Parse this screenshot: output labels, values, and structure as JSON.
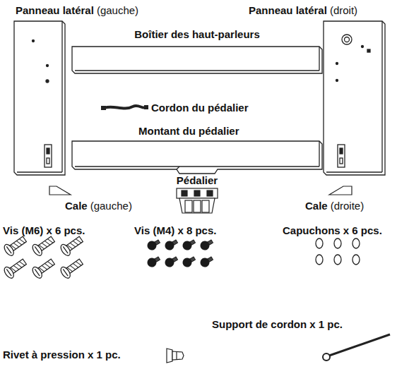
{
  "diagram": {
    "labels": [
      "Panneau latéral",
      "(gauche)",
      "Panneau latéral",
      "(droit)",
      "Boîtier des haut-parleurs",
      "Cordon du pédalier",
      "Montant du pédalier",
      "Pédalier",
      "Cale",
      "(gauche)",
      "Cale",
      "(droite)",
      "Vis (M6) x 6 pcs.",
      "Vis (M4) x 8 pcs.",
      "Capuchons x 6 pcs.",
      "Rivet à pression x 1 pc.",
      "Support de cordon x 1 pc."
    ]
  }
}
